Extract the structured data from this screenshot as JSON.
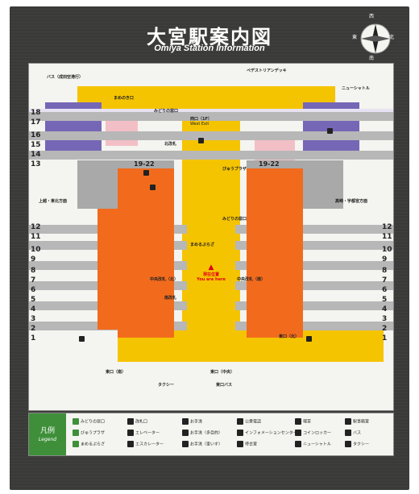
{
  "title": {
    "jp": "大宮駅案内図",
    "en": "Omiya Station Information"
  },
  "compass": {
    "n": "北",
    "s": "南",
    "e": "東",
    "w": "西"
  },
  "labels": {
    "bus_nw": "バス（成田空港行）",
    "pedestrian_deck": "ペデストリアンデッキ",
    "newshuttle": "ニューシャトル",
    "west_exit": "西口（1F）",
    "west_exit_en": "West Exit",
    "kanban_west": "まめのき口",
    "left_1922": "19-22",
    "right_1922": "19-22",
    "midori_left": "みどりの窓口",
    "midori_right": "みどりの窓口",
    "viewplaza": "びゅうプラザ",
    "mamerupura": "まめるぷらざ",
    "here_jp": "現在位置",
    "here_en": "You are here",
    "central_n": "中央改札（北）",
    "central_s": "中央改札（南）",
    "kitanokaisatsu": "北改札",
    "minamikaisatsu": "南改札",
    "east_exit": "東口（北）",
    "east_exit_c": "東口（中央）",
    "east_exit_s": "東口（南）",
    "taxi": "タクシー",
    "east_bus": "東口バス",
    "tohoku": "上越・東北方面",
    "takasaki": "高崎・宇都宮方面"
  },
  "tracks_left": [
    "18",
    "17",
    "16",
    "15",
    "14",
    "13",
    "12",
    "11",
    "10",
    "9",
    "8",
    "7",
    "6",
    "5",
    "4",
    "3",
    "2",
    "1"
  ],
  "tracks_right": [
    "12",
    "11",
    "10",
    "9",
    "8",
    "7",
    "6",
    "5",
    "4",
    "3",
    "2",
    "1"
  ],
  "legend": {
    "head_jp": "凡例",
    "head_en": "Legend",
    "items": [
      {
        "label": "みどりの窓口",
        "color": "#3f8f3a"
      },
      {
        "label": "びゅうプラザ",
        "color": "#3f8f3a"
      },
      {
        "label": "まめるぷらざ",
        "color": "#3f8f3a"
      },
      {
        "label": "改札口",
        "color": "#222222"
      },
      {
        "label": "エレベーター",
        "color": "#222222"
      },
      {
        "label": "エスカレーター",
        "color": "#222222"
      },
      {
        "label": "お手洗",
        "color": "#222222"
      },
      {
        "label": "お手洗（多目的）",
        "color": "#222222"
      },
      {
        "label": "お手洗（車いす）",
        "color": "#222222"
      },
      {
        "label": "公衆電話",
        "color": "#222222"
      },
      {
        "label": "インフォメーションセンター",
        "color": "#222222"
      },
      {
        "label": "待合室",
        "color": "#222222"
      },
      {
        "label": "喫茶",
        "color": "#222222"
      },
      {
        "label": "コインロッカー",
        "color": "#222222"
      },
      {
        "label": "ニューシャトル",
        "color": "#222222"
      },
      {
        "label": "駅事務室",
        "color": "#222222"
      },
      {
        "label": "バス",
        "color": "#222222"
      },
      {
        "label": "タクシー",
        "color": "#222222"
      }
    ]
  },
  "colors": {
    "orange": "#f26b1d",
    "yellow": "#f5c400",
    "purple": "#7666b6",
    "grey": "#a9a9a9",
    "legend_green": "#3f8f3a"
  }
}
